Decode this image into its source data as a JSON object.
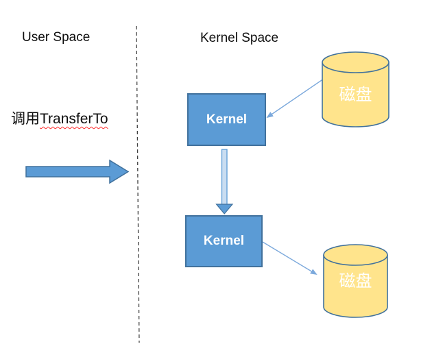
{
  "diagram": {
    "left_zone": {
      "heading": "User Space",
      "call_text_prefix": "调用",
      "call_text_method": "TransferTo"
    },
    "right_zone": {
      "heading": "Kernel Space",
      "kernel_boxes": [
        {
          "label": "Kernel"
        },
        {
          "label": "Kernel"
        }
      ],
      "disks": [
        {
          "label": "磁盘"
        },
        {
          "label": "磁盘"
        }
      ]
    },
    "colors": {
      "background": "#FFFFFF",
      "text": "#0D0D0D",
      "box_fill": "#5B9BD5",
      "box_border": "#41719C",
      "disk_fill": "#FFE48C",
      "disk_border": "#41719C",
      "big_arrow_fill": "#5B9BD5",
      "big_arrow_border": "#41719C",
      "flow_arrow_shaft_fill": "#C9DDF1",
      "flow_arrow_shaft_border": "#5B9BD5",
      "flow_arrow_head_fill": "#5B9BD5",
      "flow_arrow_head_border": "#41719C",
      "connector": "#7CA9DC",
      "divider": "#404040",
      "spellcheck_underline": "#FF2A2A"
    }
  }
}
